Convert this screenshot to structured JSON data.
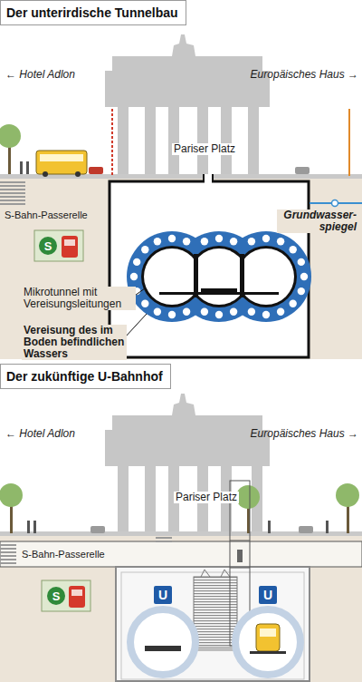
{
  "diagram": {
    "nodes": [
      {
        "text": [
          "Der unterirdische Tunnelbau"
        ]
      },
      {
        "text": [
          "Der zukünftige U-Bahnhof"
        ]
      },
      {
        "text": [
          "U"
        ]
      },
      {
        "text": [
          "U"
        ]
      }
    ],
    "labels": [
      "← Hotel Adlon",
      "Europäisches Haus →",
      "Pariser Platz",
      "S-Bahn-Passerelle",
      "S",
      "Grundwasser- spiegel",
      "Mikrotunnel mit Vereisungsleitungen",
      "Vereisung des im Boden befindlichen Wassers",
      "← Hotel Adlon",
      "Europäisches Haus →",
      "Pariser Platz",
      "S-Bahn-Passerelle",
      "S"
    ]
  }
}
